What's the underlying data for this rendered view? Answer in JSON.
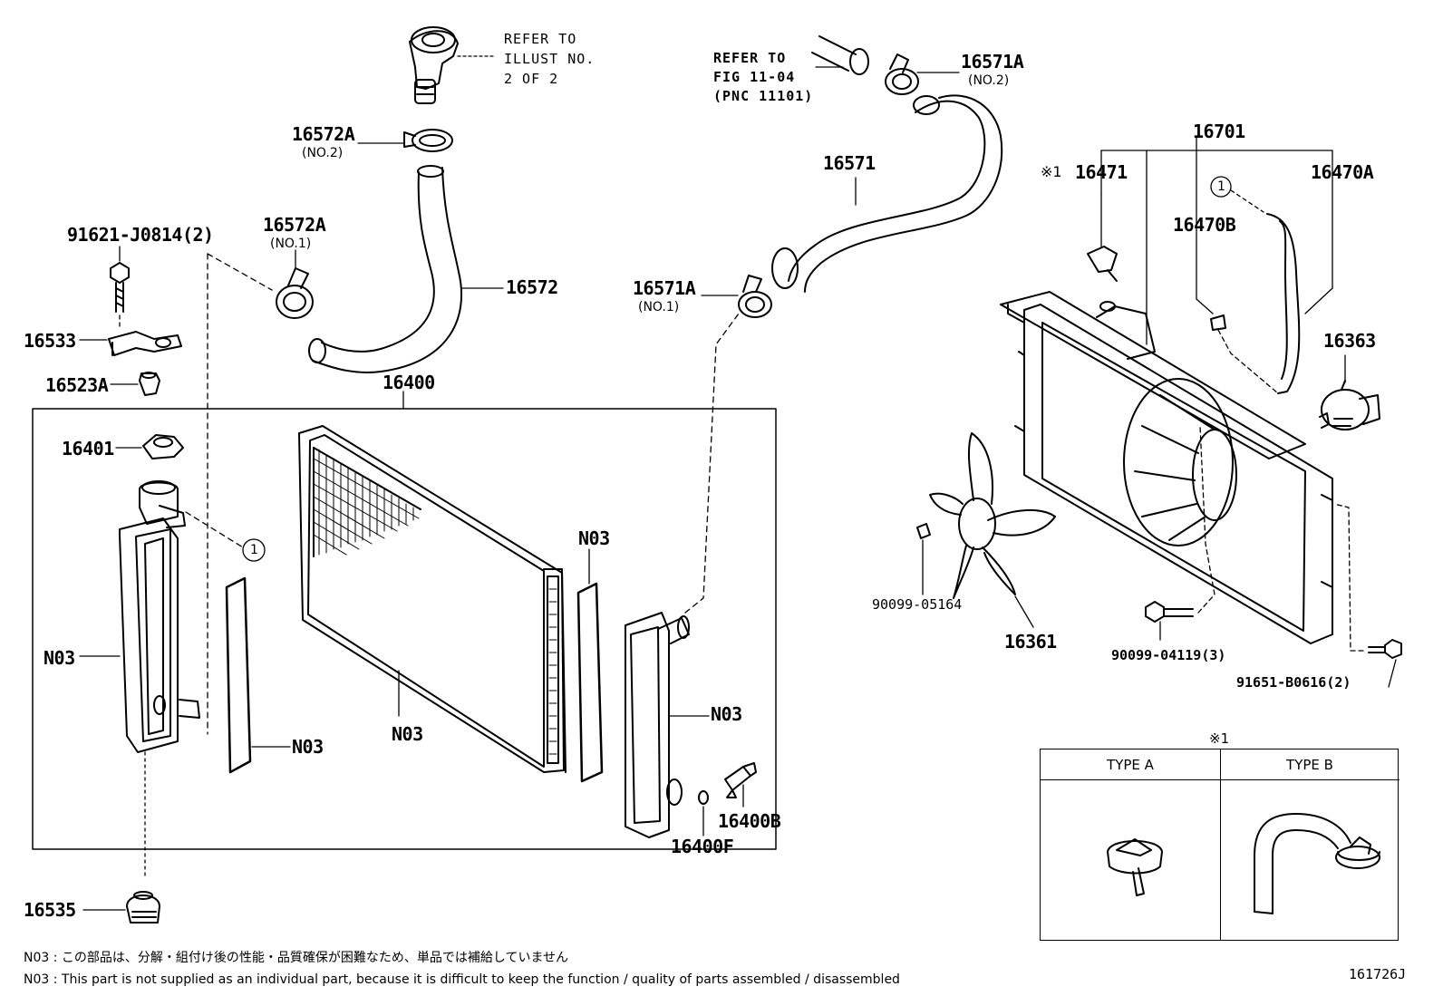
{
  "refs": {
    "illust": "REFER TO\nILLUST NO.\n2 OF 2",
    "fig": "REFER TO\nFIG 11-04\n(PNC 11101)"
  },
  "parts": {
    "p16572A_no2": "16572A",
    "p16572A_no2_sub": "(NO.2)",
    "p16572A_no1": "16572A",
    "p16572A_no1_sub": "(NO.1)",
    "p16572": "16572",
    "p91621": "91621-J0814(2)",
    "p16533": "16533",
    "p16523A": "16523A",
    "p16400": "16400",
    "p16401": "16401",
    "p16571A_no2": "16571A",
    "p16571A_no2_sub": "(NO.2)",
    "p16571": "16571",
    "p16571A_no1": "16571A",
    "p16571A_no1_sub": "(NO.1)",
    "p16701": "16701",
    "p16471_mark": "※1",
    "p16471": "16471",
    "p16470A": "16470A",
    "p16470B": "16470B",
    "circle1": "1",
    "p16363": "16363",
    "p90099_05164": "90099-05164",
    "p16361": "16361",
    "p90099_04119": "90099-04119(3)",
    "p91651": "91651-B0616(2)",
    "n03": "N03",
    "p16400B": "16400B",
    "p16400F": "16400F",
    "p16535": "16535"
  },
  "type_table": {
    "mark": "※1",
    "type_a": "TYPE A",
    "type_b": "TYPE B"
  },
  "notes": {
    "jp": "N03 : この部品は、分解・組付け後の性能・品質確保が困難なため、単品では補給していません",
    "en": "N03 : This part is not supplied as an individual part, because it is difficult to keep the function / quality of parts  assembled / disassembled"
  },
  "figure_id": "161726J"
}
